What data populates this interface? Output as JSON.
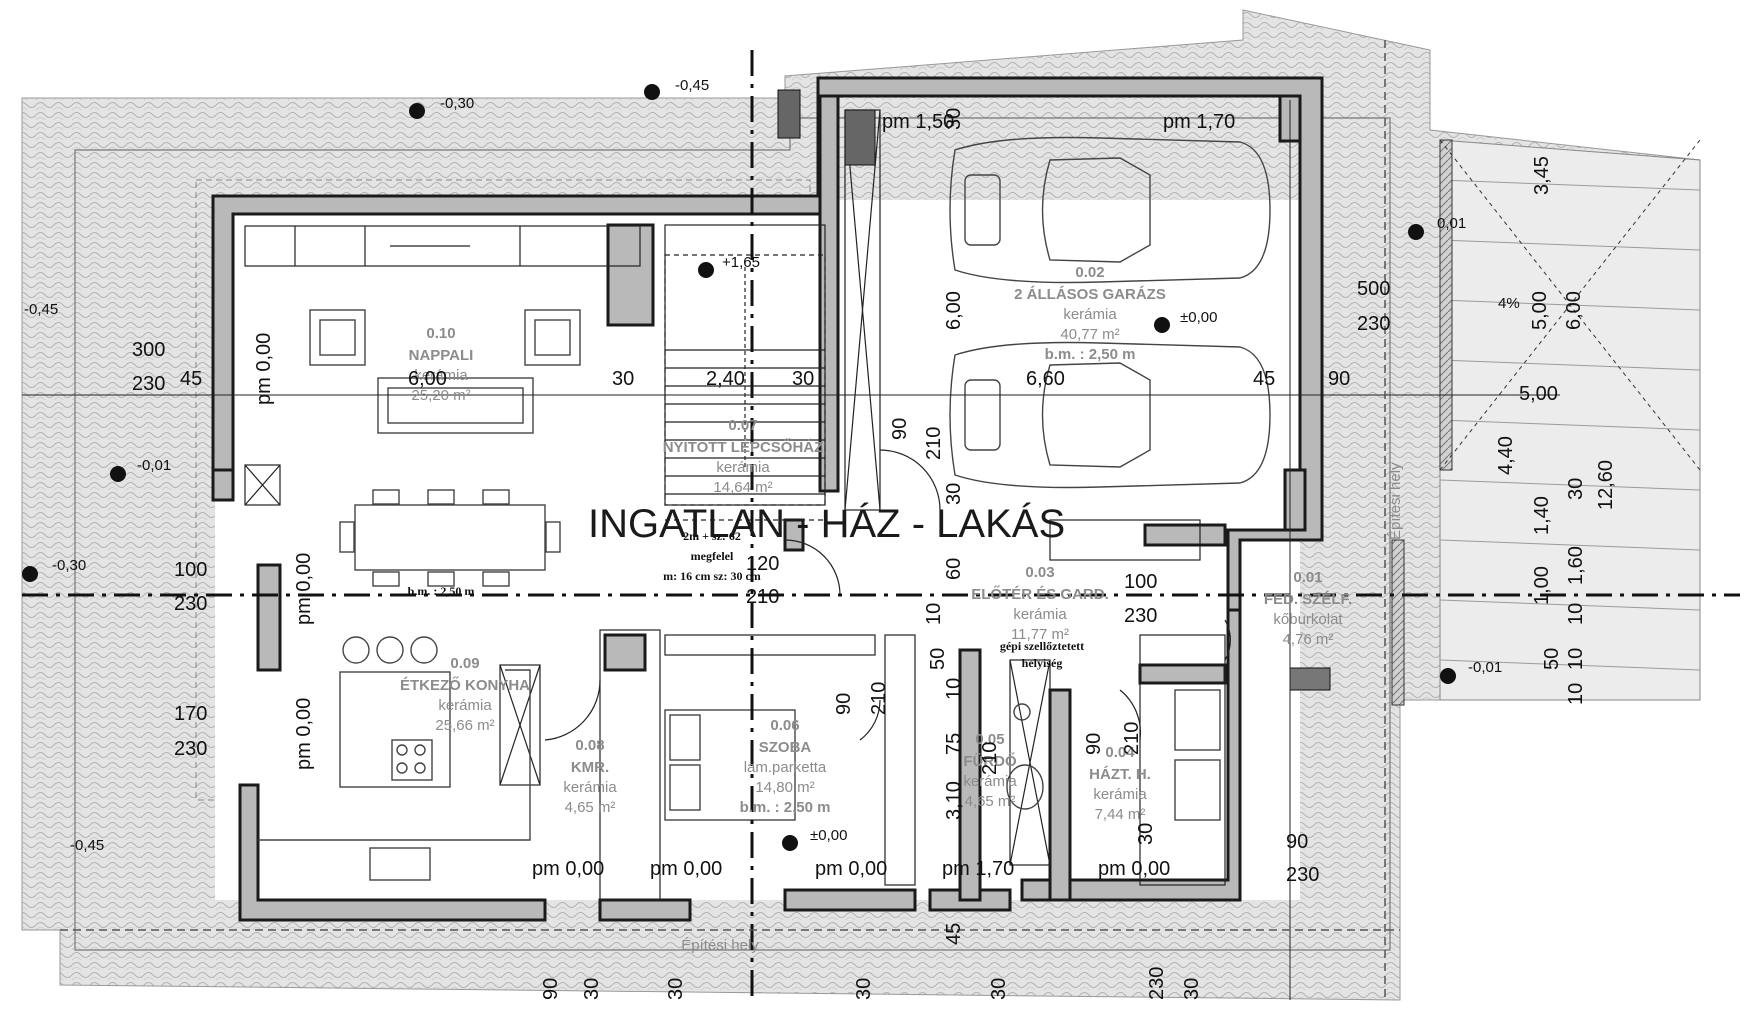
{
  "title": "INGATLAN - HÁZ - LAKÁS",
  "rooms": [
    {
      "num": "0.10",
      "name": "NAPPALI",
      "floor": "kerámia",
      "area": "25,20 m²"
    },
    {
      "num": "0.07",
      "name": "NYITOTT LÉPCSŐHÁZ",
      "floor": "kerámia",
      "area": "14,64 m²"
    },
    {
      "num": "0.02",
      "name": "2 ÁLLÁSOS GARÁZS",
      "floor": "kerámia",
      "area": "40,77 m²",
      "height": "b.m. : 2,50 m"
    },
    {
      "num": "0.01",
      "name": "FED. SZÉLF.",
      "floor": "kőburkolat",
      "area": "4,76 m²"
    },
    {
      "num": "0.09",
      "name": "ÉTKEZŐ KONYHA",
      "floor": "kerámia",
      "area": "25,66 m²"
    },
    {
      "num": "0.08",
      "name": "KMR.",
      "floor": "kerámia",
      "area": "4,65 m²"
    },
    {
      "num": "0.06",
      "name": "SZOBA",
      "floor": "lam.parketta",
      "area": "14,80 m²",
      "height": "b.m. : 2,50 m"
    },
    {
      "num": "0.03",
      "name": "ELŐTÉR ÉS GARD.",
      "floor": "kerámia",
      "area": "11,77 m²"
    },
    {
      "num": "0.05",
      "name": "FÜRDŐ",
      "floor": "kerámia",
      "area": "4,65 m²"
    },
    {
      "num": "0.04",
      "name": "HÁZT. H.",
      "floor": "kerámia",
      "area": "7,44 m²"
    }
  ],
  "notes": {
    "living_height": "b.m. : 2,50 m",
    "stair_1": "2m + sz: 62",
    "stair_2": "megfelel",
    "stair_3": "m: 16 cm sz: 30 cm",
    "vent_1": "gépi szellőztetett",
    "vent_2": "helyiség",
    "site_bottom": "Építési hely",
    "site_right": "Építési hely"
  },
  "levels": {
    "l1": "-0,30",
    "l2": "-0,45",
    "l3": "-0,45",
    "l4": "-0,01",
    "l5": "-0,30",
    "l6": "-0,45",
    "l7": "+1,65",
    "l8": "±0,00",
    "l9": "±0,00",
    "l10": "0,01",
    "l11": "-0,01"
  },
  "openings": {
    "o1": "pm 0,00",
    "o2": "pm 0,00",
    "o3": "pm 0,00",
    "o4": "pm 0,00",
    "o5": "pm 0,00",
    "o6": "pm 0,00",
    "o7": "pm 1,70",
    "o8": "pm 0,00",
    "o9": "pm 1,50",
    "o10": "pm 1,70"
  },
  "dims": {
    "d300": "300",
    "d230a": "230",
    "d45a": "45",
    "d600": "6,00",
    "d30a": "30",
    "d240": "2,40",
    "d30b": "30",
    "d660": "6,60",
    "d45b": "45",
    "d90a": "90",
    "d500": "500",
    "d230b": "230",
    "d100a": "100",
    "d230c": "230",
    "d120": "120",
    "d210a": "210",
    "d100b": "100",
    "d230d": "230",
    "d170": "170",
    "d230e": "230",
    "d90b": "90",
    "d230f": "230",
    "v90a": "90",
    "v210a": "210",
    "v30a": "30",
    "v600a": "6,00",
    "v60": "60",
    "v10a": "10",
    "v50": "50",
    "v10b": "10",
    "v90b": "90",
    "v210b": "210",
    "v75": "75",
    "v210c": "210",
    "v310": "3,10",
    "v90c": "90",
    "v210d": "210",
    "v45": "45",
    "v30b": "30",
    "v30c": "30",
    "v345": "3,45",
    "v500": "5,00",
    "v600b": "6,00",
    "v500c": "5,00",
    "v440": "4,40",
    "v140": "1,40",
    "v30d": "30",
    "v1260": "12,60",
    "v100": "1,00",
    "v160": "1,60",
    "v10c": "10",
    "v50b": "50",
    "v10d": "10",
    "v10e": "10",
    "v4pct": "4%",
    "v90d": "90",
    "v30e": "30",
    "v30f": "30",
    "v30g": "30",
    "v30h": "30",
    "v230g": "230",
    "v30i": "30"
  }
}
